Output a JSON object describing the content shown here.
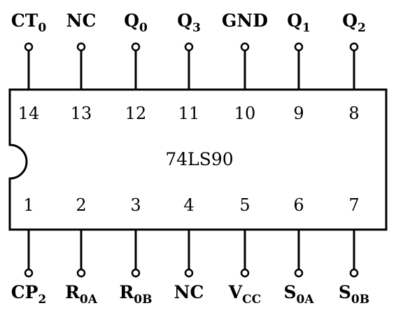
{
  "chip": {
    "part_number": "74LS90",
    "colors": {
      "stroke": "#000000",
      "background": "#ffffff"
    }
  },
  "top_pins": [
    {
      "number": "14",
      "label": "CT",
      "sub": "0"
    },
    {
      "number": "13",
      "label": "NC",
      "sub": ""
    },
    {
      "number": "12",
      "label": "Q",
      "sub": "0"
    },
    {
      "number": "11",
      "label": "Q",
      "sub": "3"
    },
    {
      "number": "10",
      "label": "GND",
      "sub": ""
    },
    {
      "number": "9",
      "label": "Q",
      "sub": "1"
    },
    {
      "number": "8",
      "label": "Q",
      "sub": "2"
    }
  ],
  "bottom_pins": [
    {
      "number": "1",
      "label": "CP",
      "sub": "2"
    },
    {
      "number": "2",
      "label": "R",
      "sub": "0A"
    },
    {
      "number": "3",
      "label": "R",
      "sub": "0B"
    },
    {
      "number": "4",
      "label": "NC",
      "sub": ""
    },
    {
      "number": "5",
      "label": "V",
      "sub": "CC"
    },
    {
      "number": "6",
      "label": "S",
      "sub": "0A"
    },
    {
      "number": "7",
      "label": "S",
      "sub": "0B"
    }
  ]
}
